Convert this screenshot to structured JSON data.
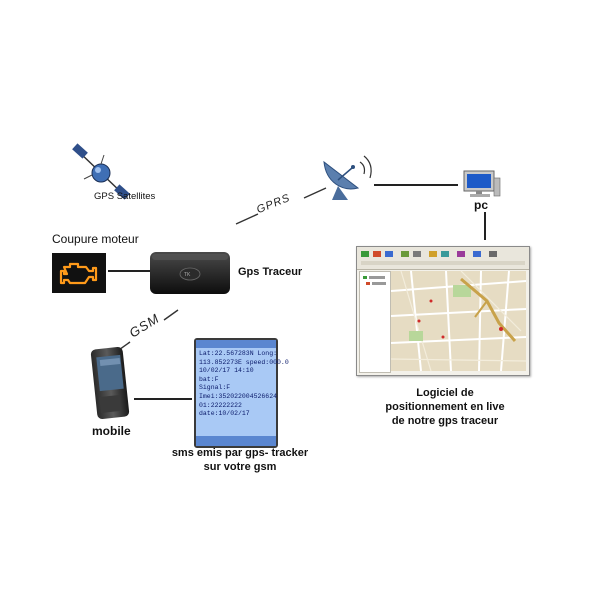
{
  "labels": {
    "gps_satellites": "GPS Satellites",
    "coupure_moteur": "Coupure moteur",
    "gps_traceur": "Gps Traceur",
    "gprs": "GPRS",
    "gsm": "GSM",
    "pc": "pc",
    "mobile": "mobile",
    "logiciel": [
      "Logiciel de",
      "positionnement en live",
      "de notre gps traceur"
    ],
    "sms": [
      "sms emis par gps- tracker",
      "sur votre gsm"
    ]
  },
  "phone_screen": {
    "lines": [
      "Lat:22.567283N Long:",
      "113.852273E speed:000.0",
      "10/02/17 14:10",
      "bat:F",
      "Signal:F",
      "Imei:352022004526624",
      "01:22222222",
      "date:10/02/17"
    ]
  },
  "colors": {
    "line": "#222222",
    "engine_icon_bg": "#111111",
    "engine_icon_fg": "#ff9a1a",
    "phone_screen_bg": "#a9c9f5",
    "map_bg": "#e6dcc3",
    "route": "#c8a24a"
  },
  "icons": [
    "satellite-icon",
    "engine-warning-icon",
    "gps-tracker-device-icon",
    "satellite-dish-icon",
    "computer-monitor-icon",
    "mobile-phone-icon",
    "phone-screen-icon",
    "software-screenshot"
  ]
}
